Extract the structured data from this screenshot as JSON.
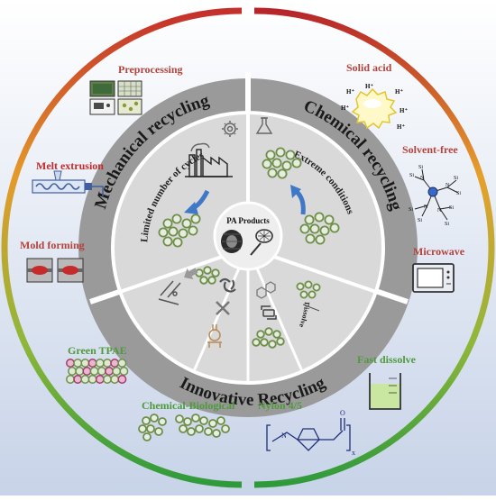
{
  "center": {
    "label": "PA Products"
  },
  "sectors": {
    "mechanical": {
      "title": "Mechanical recycling",
      "note": "Limited number of cycles"
    },
    "chemical": {
      "title": "Chemical recycling",
      "note": "Extreme conditions"
    },
    "innovative": {
      "title": "Innovative Recycling",
      "dissolve": "Dissolve"
    }
  },
  "methods": {
    "preprocessing": "Preprocessing",
    "melt_extrusion": "Melt extrusion",
    "mold_forming": "Mold forming",
    "solid_acid": "Solid  acid",
    "solvent_free": "Solvent-free",
    "microwave": "Microwave",
    "green_tpae": "Green TPAE",
    "fast_dissolve": "Fast dissolve",
    "chemical_biological": "Chemical-Biological",
    "nylon": "Nylon 4/5"
  },
  "chem_labels": {
    "h_plus": "H⁺",
    "si": "Si",
    "n": "N",
    "o": "O",
    "x": "x"
  },
  "colors": {
    "mech_label": "#b4433b",
    "chem_label": "#b4433b",
    "innov_label": "#4f9a3c",
    "ring_gray": "#9a9a9a",
    "inner_disc": "#d9d9d9",
    "arrow_blue": "#3f78c6"
  }
}
